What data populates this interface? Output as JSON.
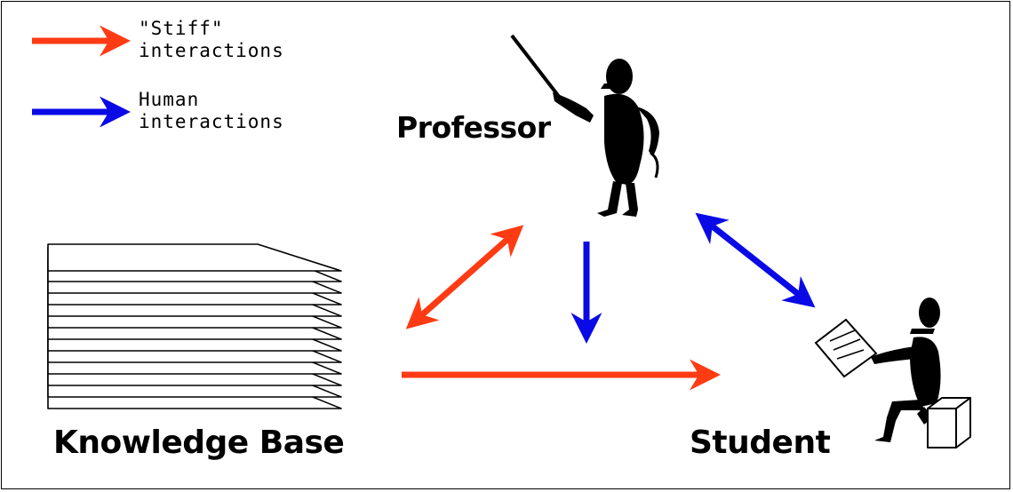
{
  "legend": {
    "stiff": {
      "line1": "\"Stiff\"",
      "line2": "interactions",
      "color": "#ff3b14"
    },
    "human": {
      "line1": "Human",
      "line2": "interactions",
      "color": "#0a0ae6"
    }
  },
  "nodes": {
    "professor": {
      "label": "Professor",
      "icon": "professor-pointing-icon"
    },
    "knowledge_base": {
      "label": "Knowledge Base",
      "icon": "stacked-pages-icon"
    },
    "student": {
      "label": "Student",
      "icon": "student-writing-icon"
    }
  },
  "edges": [
    {
      "from": "professor",
      "to": "knowledge_base",
      "kind": "stiff",
      "direction": "both"
    },
    {
      "from": "professor",
      "to": "student",
      "kind": "human",
      "direction": "one-way"
    },
    {
      "from": "professor",
      "to": "student",
      "kind": "human",
      "direction": "both"
    },
    {
      "from": "knowledge_base",
      "to": "student",
      "kind": "stiff",
      "direction": "one-way"
    }
  ]
}
